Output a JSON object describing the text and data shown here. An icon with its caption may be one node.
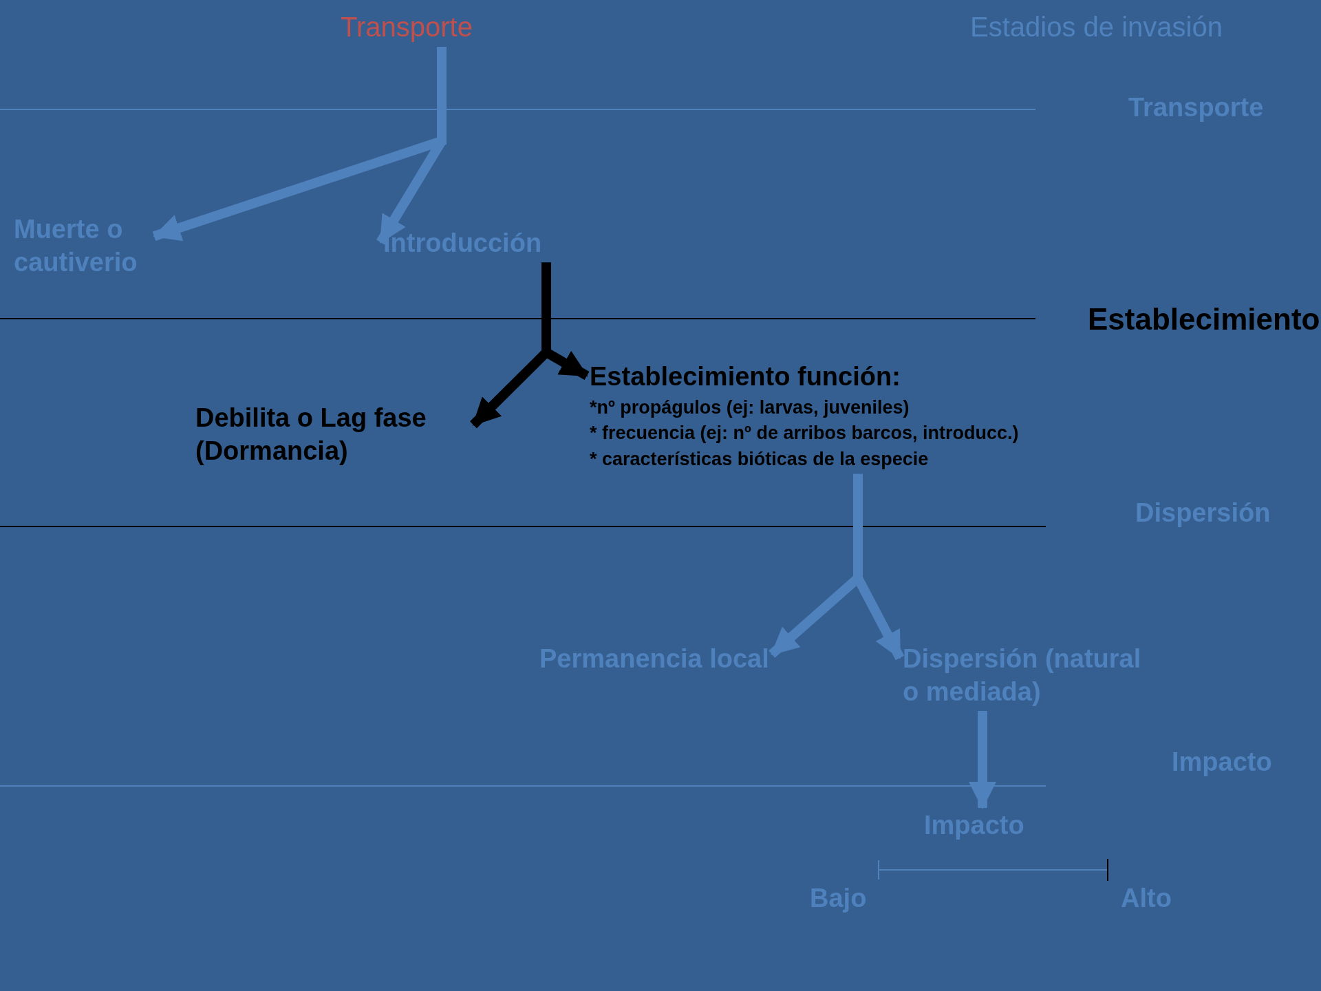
{
  "diagram": {
    "title": "Estadios de invasión",
    "nodes": [
      {
        "text": [
          "Transporte"
        ]
      },
      {
        "text": [
          "Muerte o cautiverio"
        ]
      },
      {
        "text": [
          "Introducción"
        ]
      },
      {
        "text": [
          "Debilita o Lag fase (Dormancia)"
        ]
      },
      {
        "text": [
          "Establecimiento función:",
          "*nº propágulos (ej: larvas, juveniles)",
          "* frecuencia (ej: nº de arribos barcos, introducc.)",
          "* características bióticas de la especie"
        ]
      },
      {
        "text": [
          "Permanencia local"
        ]
      },
      {
        "text": [
          "Dispersión (natural o mediada)"
        ]
      },
      {
        "text": [
          "Impacto"
        ]
      }
    ],
    "edges": [
      {
        "from": 0,
        "to": 1,
        "arrow": "to"
      },
      {
        "from": 0,
        "to": 2,
        "arrow": "to"
      },
      {
        "from": 2,
        "to": 3,
        "arrow": "to",
        "color": "#000000"
      },
      {
        "from": 2,
        "to": 4,
        "arrow": "to",
        "color": "#000000"
      },
      {
        "from": 4,
        "to": 5,
        "arrow": "to"
      },
      {
        "from": 4,
        "to": 6,
        "arrow": "to"
      },
      {
        "from": 6,
        "to": 7,
        "arrow": "to"
      }
    ],
    "labels": [
      "Transporte",
      "Establecimiento",
      "Dispersión",
      "Impacto",
      "Bajo",
      "Alto"
    ]
  }
}
